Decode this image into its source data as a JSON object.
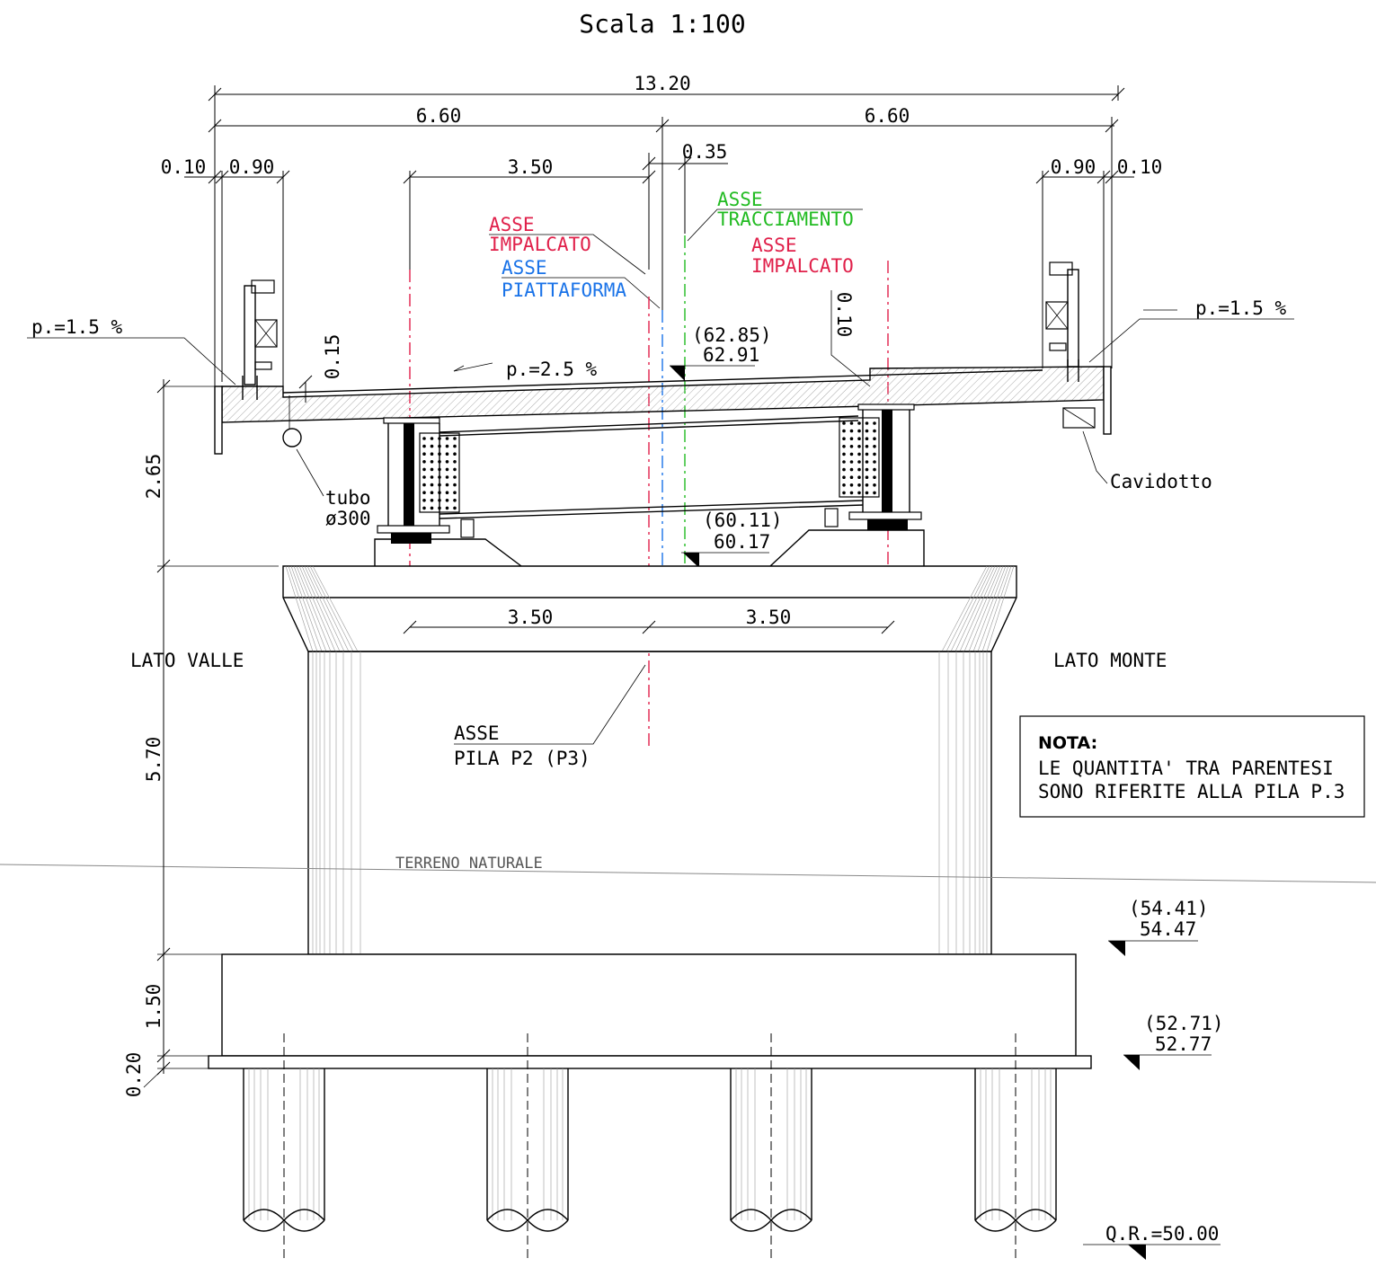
{
  "title": "Scala 1:100",
  "dimensions": {
    "total_width": "13.20",
    "half_left": "6.60",
    "half_right": "6.60",
    "edge_left": "0.10",
    "curb_left": "0.90",
    "curb_right": "0.90",
    "edge_right": "0.10",
    "lane_top": "3.50",
    "axis_offset": "0.35",
    "curb_height": "0.15",
    "slab_step": "0.10",
    "deck_height": "2.65",
    "pier_height": "5.70",
    "footing_height": "1.50",
    "blinding": "0.20",
    "beam_left": "3.50",
    "beam_right": "3.50"
  },
  "axes": {
    "deck_axis_left": {
      "line1": "ASSE",
      "line2": "IMPALCATO"
    },
    "platform_axis": {
      "line1": "ASSE",
      "line2": "PIATTAFORMA"
    },
    "tracing_axis": {
      "line1": "ASSE",
      "line2": "TRACCIAMENTO"
    },
    "deck_axis_right": {
      "line1": "ASSE",
      "line2": "IMPALCATO"
    },
    "pier_axis": {
      "line1": "ASSE",
      "line2": "PILA P2 (P3)"
    }
  },
  "slopes": {
    "left": "p.=1.5 %",
    "center": "p.=2.5 %",
    "right": "p.=1.5 %"
  },
  "elevations": {
    "deck_top": {
      "p3": "(62.85)",
      "p2": "62.91"
    },
    "pier_top": {
      "p3": "(60.11)",
      "p2": "60.17"
    },
    "footing_top": {
      "p3": "(54.41)",
      "p2": "54.47"
    },
    "footing_bottom": {
      "p3": "(52.71)",
      "p2": "52.77"
    },
    "reference": "Q.R.=50.00"
  },
  "labels": {
    "pipe_line1": "tubo",
    "pipe_line2": "ø300",
    "cable_duct": "Cavidotto",
    "side_left": "LATO VALLE",
    "side_right": "LATO MONTE",
    "ground": "TERRENO NATURALE"
  },
  "note": {
    "heading": "NOTA:",
    "line1": "LE QUANTITA' TRA PARENTESI",
    "line2": "SONO RIFERITE ALLA PILA P.3"
  },
  "colors": {
    "deck_axis": "#e0204a",
    "platform_axis": "#1a73e8",
    "tracing_axis": "#22bb22"
  }
}
